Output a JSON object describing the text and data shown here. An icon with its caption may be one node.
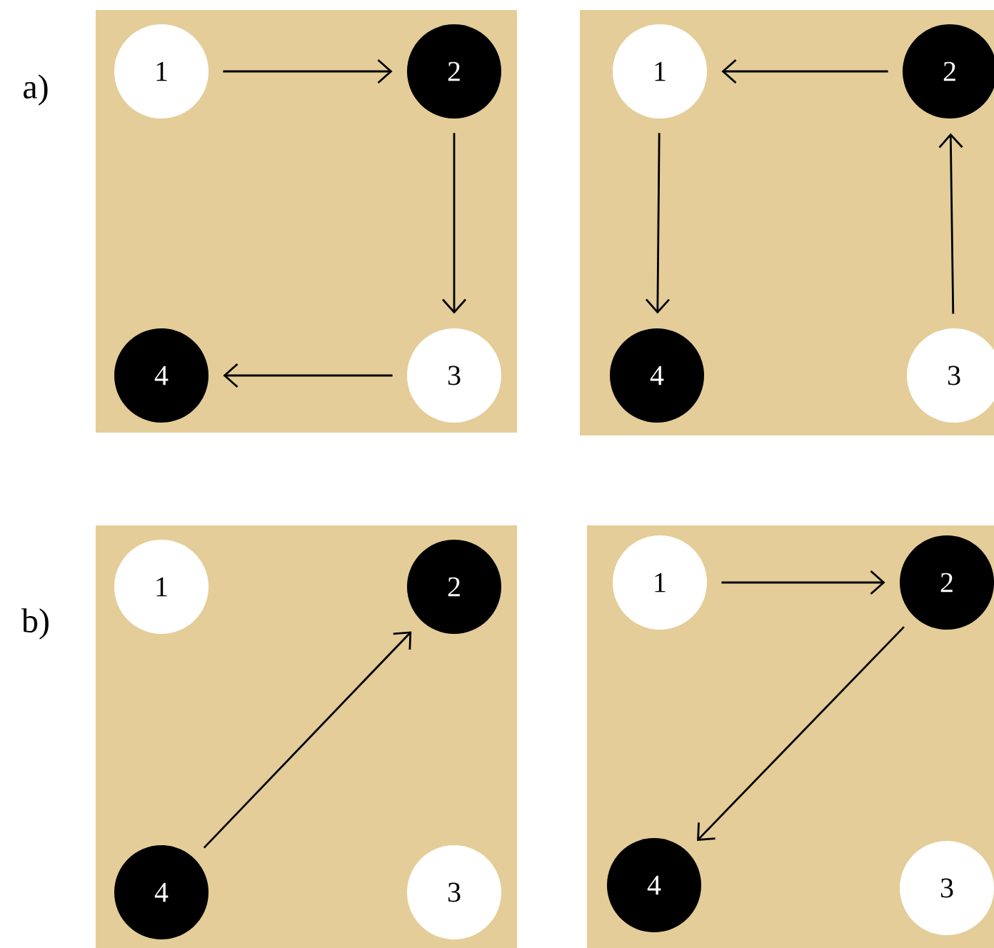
{
  "diagram": {
    "nodes": [
      {
        "text": [],
        "shape": "box"
      },
      {
        "text": [
          "1"
        ],
        "in": 0
      },
      {
        "text": [
          "2"
        ],
        "in": 0
      },
      {
        "text": [
          "4"
        ],
        "in": 0
      },
      {
        "text": [
          "3"
        ],
        "in": 0
      },
      {
        "text": [],
        "shape": "box"
      },
      {
        "text": [
          "1"
        ],
        "in": 5
      },
      {
        "text": [
          "2"
        ],
        "in": 5
      },
      {
        "text": [
          "4"
        ],
        "in": 5
      },
      {
        "text": [
          "3"
        ],
        "in": 5
      },
      {
        "text": [],
        "shape": "box"
      },
      {
        "text": [
          "1"
        ],
        "in": 10
      },
      {
        "text": [
          "2"
        ],
        "in": 10
      },
      {
        "text": [
          "4"
        ],
        "in": 10
      },
      {
        "text": [
          "3"
        ],
        "in": 10
      },
      {
        "text": [],
        "shape": "box"
      },
      {
        "text": [
          "1"
        ],
        "in": 15
      },
      {
        "text": [
          "2"
        ],
        "in": 15
      },
      {
        "text": [
          "4"
        ],
        "in": 15
      },
      {
        "text": [
          "3"
        ],
        "in": 15
      }
    ],
    "edges": [
      {
        "from": 1,
        "to": 2,
        "arrow": "to"
      },
      {
        "from": 2,
        "to": 4,
        "arrow": "to"
      },
      {
        "from": 4,
        "to": 3,
        "arrow": "to"
      },
      {
        "from": 7,
        "to": 6,
        "arrow": "to"
      },
      {
        "from": 6,
        "to": 8,
        "arrow": "to"
      },
      {
        "from": 9,
        "to": 7,
        "arrow": "to"
      },
      {
        "from": 13,
        "to": 12,
        "arrow": "to"
      },
      {
        "from": 16,
        "to": 17,
        "arrow": "to"
      },
      {
        "from": 17,
        "to": 18,
        "arrow": "to"
      }
    ],
    "labels": [
      "a)",
      "b)"
    ]
  }
}
